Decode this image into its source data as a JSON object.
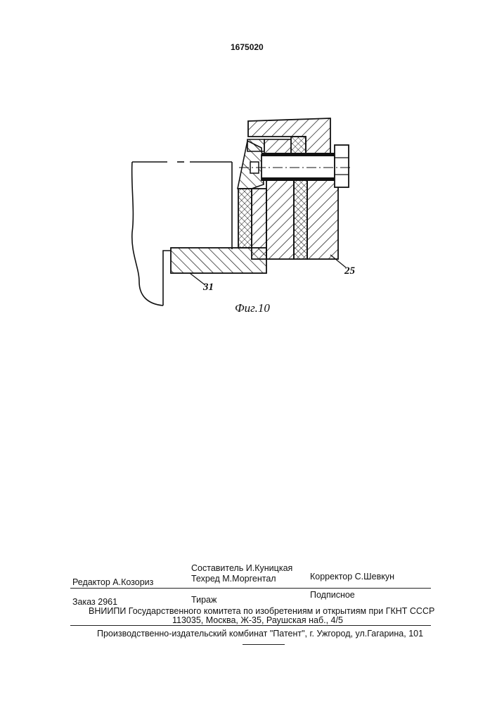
{
  "header": {
    "patent_number": "1675020"
  },
  "figure": {
    "caption": "Фиг.10",
    "callouts": {
      "part_31": "31",
      "part_25": "25"
    }
  },
  "imprint": {
    "compiler": "Составитель И.Куницкая",
    "editor": "Редактор  А.Козориз",
    "techred": "Техред М.Моргентал",
    "corrector": "Корректор  С.Шевкун",
    "order": "Заказ  2961",
    "circulation": "Тираж",
    "subscription": "Подписное",
    "institute": "ВНИИПИ Государственного комитета по изобретениям и открытиям при ГКНТ СССР",
    "address": "113035, Москва, Ж-35, Раушская наб., 4/5",
    "publisher": "Производственно-издательский комбинат \"Патент\", г. Ужгород, ул.Гагарина, 101"
  }
}
